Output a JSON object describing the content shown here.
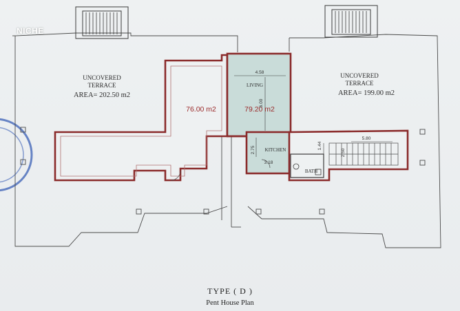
{
  "logo_text": "NICHE",
  "left_terrace": {
    "line1": "UNCOVERED",
    "line2": "TERRACE",
    "area": "AREA= 202.50 m2"
  },
  "right_terrace": {
    "line1": "UNCOVERED",
    "line2": "TERRACE",
    "area": "AREA= 199.00 m2"
  },
  "room_area_left": "76.00 m2",
  "room_area_living": "79.20 m2",
  "rooms": {
    "living": "LIVING",
    "kitchen": "KITCHEN",
    "bath": "BATH"
  },
  "dimensions": {
    "living_width": "4.58",
    "living_depth": "6.00",
    "stair_width": "5.80",
    "stair_depth": "2.50",
    "kitchen_a": "2.75",
    "kitchen_b": "3.18",
    "bath_a": "1.44"
  },
  "type_title": "TYPE ( D )",
  "subtitle": "Pent House Plan",
  "colors": {
    "wall": "#8a2a2a",
    "wall_fill": "#e7cfcf",
    "living_fill": "#c9dcd9",
    "line": "#4a4a4a",
    "stamp": "#3a5fb5"
  }
}
